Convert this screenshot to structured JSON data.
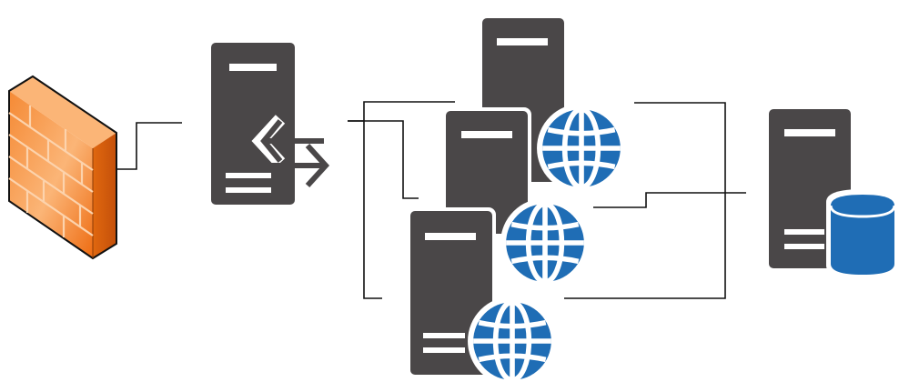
{
  "diagram": {
    "nodes": [
      {
        "id": "firewall",
        "kind": "firewall",
        "icon": "brick-wall-icon"
      },
      {
        "id": "load-balancer",
        "kind": "load-balancer-server",
        "icon": "bidirectional-arrows-icon"
      },
      {
        "id": "web-server-1",
        "kind": "web-server",
        "icon": "globe-icon"
      },
      {
        "id": "web-server-2",
        "kind": "web-server",
        "icon": "globe-icon"
      },
      {
        "id": "web-server-3",
        "kind": "web-server",
        "icon": "globe-icon"
      },
      {
        "id": "database-server",
        "kind": "database-server",
        "icon": "database-cylinder-icon"
      }
    ],
    "edges": [
      {
        "from": "firewall",
        "to": "load-balancer"
      },
      {
        "from": "load-balancer",
        "to": "web-server-1"
      },
      {
        "from": "load-balancer",
        "to": "web-server-2"
      },
      {
        "from": "load-balancer",
        "to": "web-server-3"
      },
      {
        "from": "web-server-1",
        "to": "database-server"
      },
      {
        "from": "web-server-2",
        "to": "database-server"
      },
      {
        "from": "web-server-3",
        "to": "database-server"
      }
    ]
  },
  "colors": {
    "server_body": "#4a4748",
    "slot": "#ffffff",
    "globe": "#1f6db5",
    "globe_outline": "#ffffff",
    "database": "#1f6db5",
    "connector": "#111111",
    "firewall_front": "#f07a1e",
    "firewall_side": "#d55d0e",
    "firewall_highlight": "#fbb577",
    "firewall_mortar": "#fcd3ad"
  }
}
